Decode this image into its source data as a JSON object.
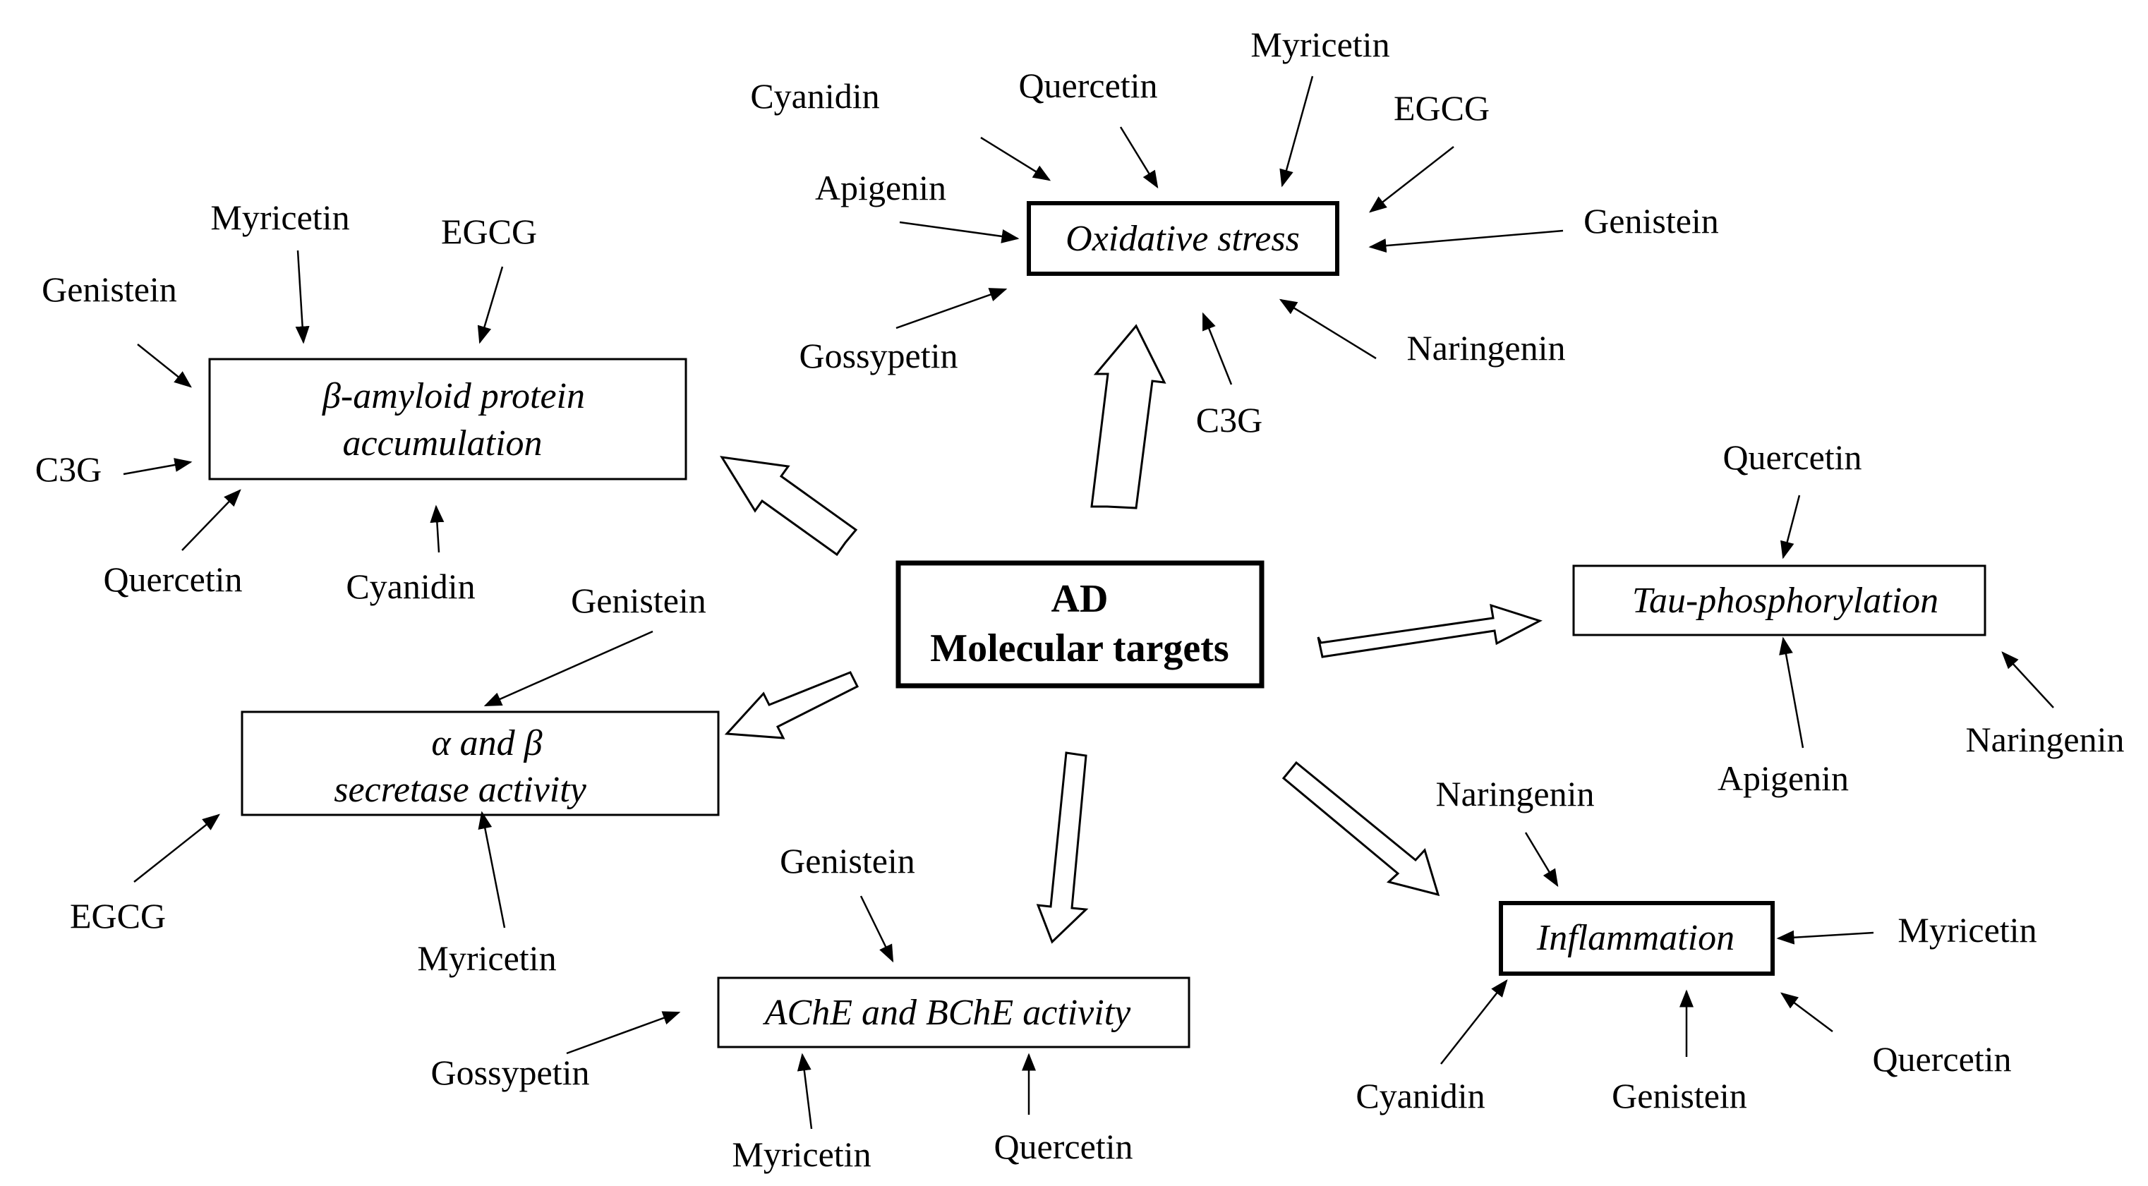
{
  "diagram": {
    "center": {
      "line1": "AD",
      "line2": "Molecular targets"
    },
    "targets": {
      "oxidative_stress": {
        "label_lines": [
          "Oxidative stress"
        ],
        "compounds": [
          "Cyanidin",
          "Quercetin",
          "Myricetin",
          "EGCG",
          "Apigenin",
          "Genistein",
          "Gossypetin",
          "C3G",
          "Naringenin"
        ]
      },
      "beta_amyloid": {
        "label_lines": [
          "β-amyloid protein",
          "accumulation"
        ],
        "compounds": [
          "Myricetin",
          "EGCG",
          "Genistein",
          "C3G",
          "Quercetin",
          "Cyanidin"
        ]
      },
      "secretase": {
        "label_lines": [
          "α and β",
          "secretase activity"
        ],
        "compounds": [
          "Genistein",
          "EGCG",
          "Myricetin"
        ]
      },
      "ache_bche": {
        "label_lines": [
          "AChE and BChE activity"
        ],
        "compounds": [
          "Genistein",
          "Gossypetin",
          "Myricetin",
          "Quercetin"
        ]
      },
      "tau": {
        "label_lines": [
          "Tau-phosphorylation"
        ],
        "compounds": [
          "Quercetin",
          "Apigenin",
          "Naringenin"
        ]
      },
      "inflammation": {
        "label_lines": [
          "Inflammation"
        ],
        "compounds": [
          "Naringenin",
          "Myricetin",
          "Cyanidin",
          "Genistein",
          "Quercetin"
        ]
      }
    }
  }
}
